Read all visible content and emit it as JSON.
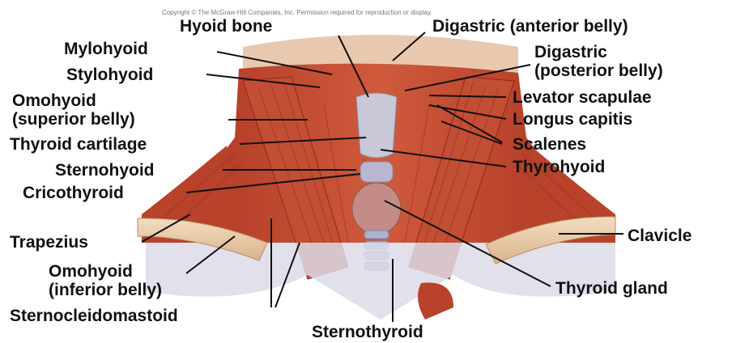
{
  "copyright": "Copyright © The McGraw-Hill Companies, Inc. Permission required for reproduction or display.",
  "labels": {
    "hyoid_bone": "Hyoid bone",
    "digastric_anterior": "Digastric (anterior belly)",
    "mylohyoid": "Mylohyoid",
    "digastric_posterior_1": "Digastric",
    "digastric_posterior_2": "(posterior belly)",
    "stylohyoid": "Stylohyoid",
    "omohyoid_superior_1": "Omohyoid",
    "omohyoid_superior_2": "(superior belly)",
    "levator_scapulae": "Levator scapulae",
    "longus_capitis": "Longus capitis",
    "thyroid_cartilage": "Thyroid cartilage",
    "scalenes": "Scalenes",
    "sternohyoid": "Sternohyoid",
    "thyrohyoid": "Thyrohyoid",
    "cricothyroid": "Cricothyroid",
    "trapezius": "Trapezius",
    "clavicle": "Clavicle",
    "omohyoid_inferior_1": "Omohyoid",
    "omohyoid_inferior_2": "(inferior belly)",
    "thyroid_gland": "Thyroid gland",
    "sternocleidomastoid": "Sternocleidomastoid",
    "sternothyroid": "Sternothyroid"
  }
}
